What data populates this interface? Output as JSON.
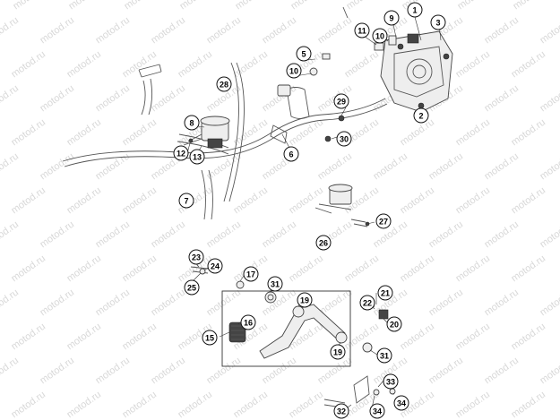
{
  "watermark": "motod.ru",
  "callouts": [
    {
      "id": "c1",
      "label": "1"
    },
    {
      "id": "c2",
      "label": "2"
    },
    {
      "id": "c3",
      "label": "3"
    },
    {
      "id": "c5",
      "label": "5"
    },
    {
      "id": "c6",
      "label": "6"
    },
    {
      "id": "c7",
      "label": "7"
    },
    {
      "id": "c8",
      "label": "8"
    },
    {
      "id": "c9",
      "label": "9"
    },
    {
      "id": "c10a",
      "label": "10"
    },
    {
      "id": "c10b",
      "label": "10"
    },
    {
      "id": "c11",
      "label": "11"
    },
    {
      "id": "c12",
      "label": "12"
    },
    {
      "id": "c13",
      "label": "13"
    },
    {
      "id": "c15",
      "label": "15"
    },
    {
      "id": "c16",
      "label": "16"
    },
    {
      "id": "c17",
      "label": "17"
    },
    {
      "id": "c19a",
      "label": "19"
    },
    {
      "id": "c19b",
      "label": "19"
    },
    {
      "id": "c20",
      "label": "20"
    },
    {
      "id": "c21",
      "label": "21"
    },
    {
      "id": "c22",
      "label": "22"
    },
    {
      "id": "c23",
      "label": "23"
    },
    {
      "id": "c24",
      "label": "24"
    },
    {
      "id": "c25",
      "label": "25"
    },
    {
      "id": "c26",
      "label": "26"
    },
    {
      "id": "c27",
      "label": "27"
    },
    {
      "id": "c28",
      "label": "28"
    },
    {
      "id": "c29",
      "label": "29"
    },
    {
      "id": "c30",
      "label": "30"
    },
    {
      "id": "c31a",
      "label": "31"
    },
    {
      "id": "c31b",
      "label": "31"
    },
    {
      "id": "c32",
      "label": "32"
    },
    {
      "id": "c33",
      "label": "33"
    },
    {
      "id": "c34a",
      "label": "34"
    },
    {
      "id": "c34b",
      "label": "34"
    }
  ]
}
